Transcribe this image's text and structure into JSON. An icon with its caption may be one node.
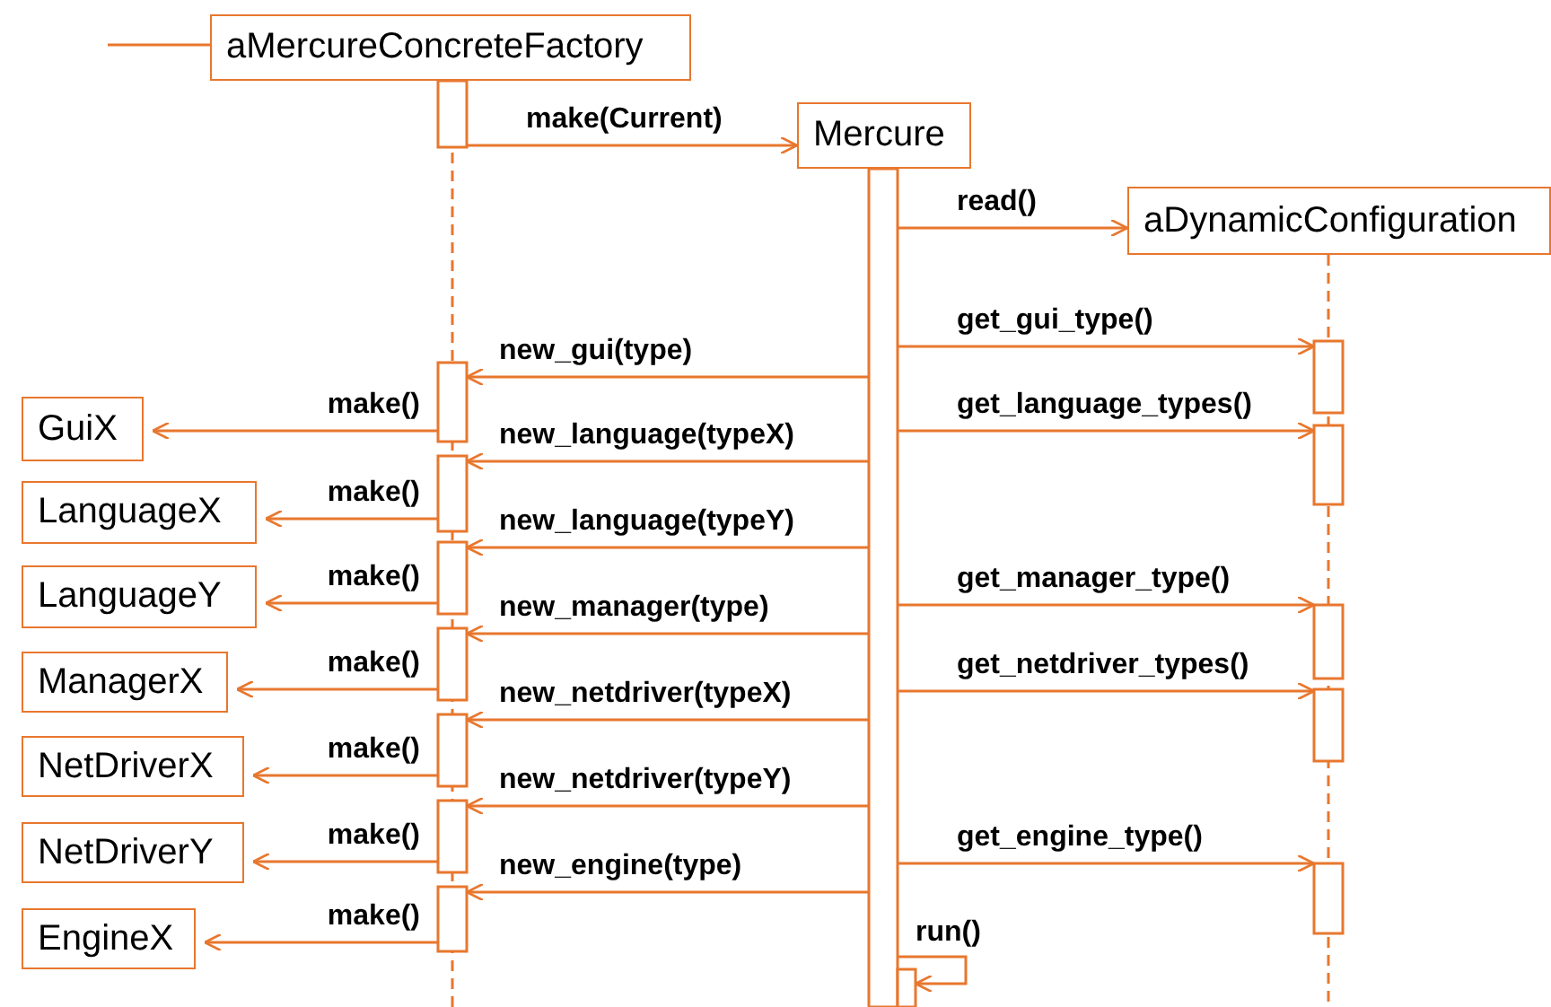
{
  "diagram": {
    "nodes": [
      {
        "text": [
          "aMercureConcreteFactory"
        ]
      },
      {
        "text": [
          "Mercure"
        ]
      },
      {
        "text": [
          "aDynamicConfiguration"
        ]
      },
      {
        "text": [
          "GuiX"
        ]
      },
      {
        "text": [
          "LanguageX"
        ]
      },
      {
        "text": [
          "LanguageY"
        ]
      },
      {
        "text": [
          "ManagerX"
        ]
      },
      {
        "text": [
          "NetDriverX"
        ]
      },
      {
        "text": [
          "NetDriverY"
        ]
      },
      {
        "text": [
          "EngineX"
        ]
      }
    ],
    "edges": [
      {
        "from": null,
        "to": 0,
        "arrow": "none"
      },
      {
        "from": 0,
        "to": 1,
        "arrow": "to",
        "label": "make(Current)"
      },
      {
        "from": 1,
        "to": 2,
        "arrow": "to",
        "label": "read()"
      },
      {
        "from": 1,
        "to": 2,
        "arrow": "to",
        "label": "get_gui_type()"
      },
      {
        "from": 1,
        "to": 0,
        "arrow": "to",
        "label": "new_gui(type)"
      },
      {
        "from": 0,
        "to": 3,
        "arrow": "to",
        "label": "make()"
      },
      {
        "from": 1,
        "to": 2,
        "arrow": "to",
        "label": "get_language_types()"
      },
      {
        "from": 1,
        "to": 0,
        "arrow": "to",
        "label": "new_language(typeX)"
      },
      {
        "from": 0,
        "to": 4,
        "arrow": "to",
        "label": "make()"
      },
      {
        "from": 1,
        "to": 0,
        "arrow": "to",
        "label": "new_language(typeY)"
      },
      {
        "from": 0,
        "to": 5,
        "arrow": "to",
        "label": "make()"
      },
      {
        "from": 1,
        "to": 2,
        "arrow": "to",
        "label": "get_manager_type()"
      },
      {
        "from": 1,
        "to": 0,
        "arrow": "to",
        "label": "new_manager(type)"
      },
      {
        "from": 0,
        "to": 6,
        "arrow": "to",
        "label": "make()"
      },
      {
        "from": 1,
        "to": 2,
        "arrow": "to",
        "label": "get_netdriver_types()"
      },
      {
        "from": 1,
        "to": 0,
        "arrow": "to",
        "label": "new_netdriver(typeX)"
      },
      {
        "from": 0,
        "to": 7,
        "arrow": "to",
        "label": "make()"
      },
      {
        "from": 1,
        "to": 0,
        "arrow": "to",
        "label": "new_netdriver(typeY)"
      },
      {
        "from": 0,
        "to": 8,
        "arrow": "to",
        "label": "make()"
      },
      {
        "from": 1,
        "to": 2,
        "arrow": "to",
        "label": "get_engine_type()"
      },
      {
        "from": 1,
        "to": 0,
        "arrow": "to",
        "label": "new_engine(type)"
      },
      {
        "from": 0,
        "to": 9,
        "arrow": "to",
        "label": "make()"
      },
      {
        "from": 1,
        "to": 1,
        "arrow": "to",
        "label": "run()"
      }
    ]
  }
}
